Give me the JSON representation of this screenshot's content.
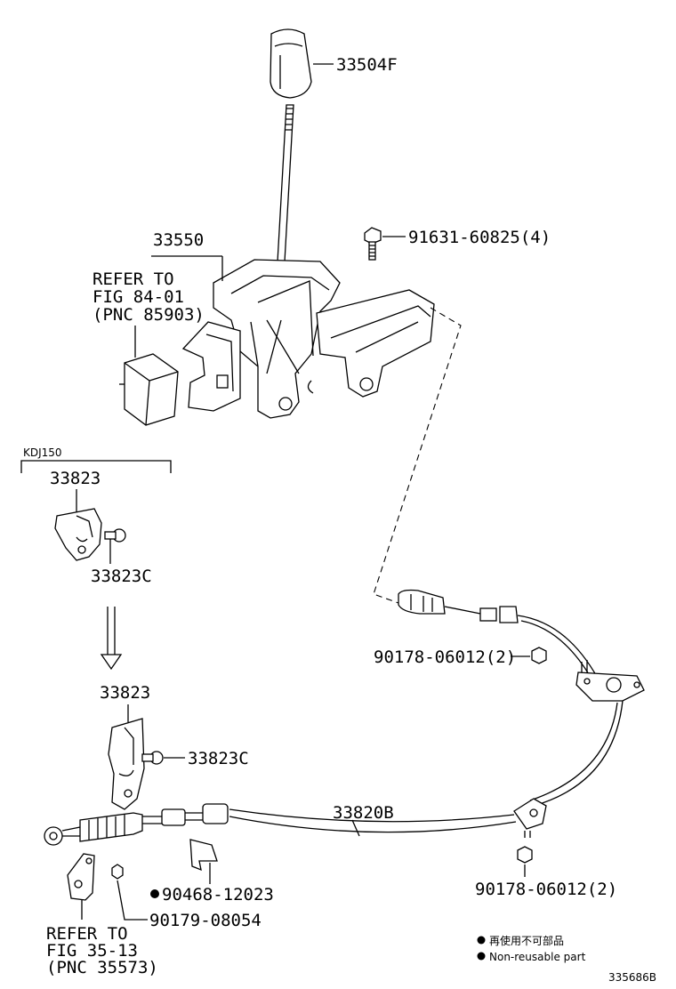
{
  "labels": {
    "knob": "33504F",
    "shift_lever_assy": "33550",
    "bolt_top": "91631-60825(4)",
    "refer_box_line1": "REFER TO",
    "refer_box_line2": "FIG 84-01",
    "refer_box_line3": "(PNC 85903)",
    "variant": "KDJ150",
    "bracket_top": "33823",
    "bracket_bolt_top": "33823C",
    "bracket_bottom": "33823",
    "bracket_bolt_bottom": "33823C",
    "nut_right": "90178-06012(2)",
    "cable": "33820B",
    "clip": "90468-12023",
    "nut_lower_right": "90178-06012(2)",
    "nut_small": "90179-08054",
    "refer_bottom_line1": "REFER TO",
    "refer_bottom_line2": "FIG 35-13",
    "refer_bottom_line3": "(PNC 35573)",
    "figure_id": "335686B"
  },
  "legend": {
    "line_cn": "再使用不可部品",
    "line_en": "Non-reusable part"
  }
}
